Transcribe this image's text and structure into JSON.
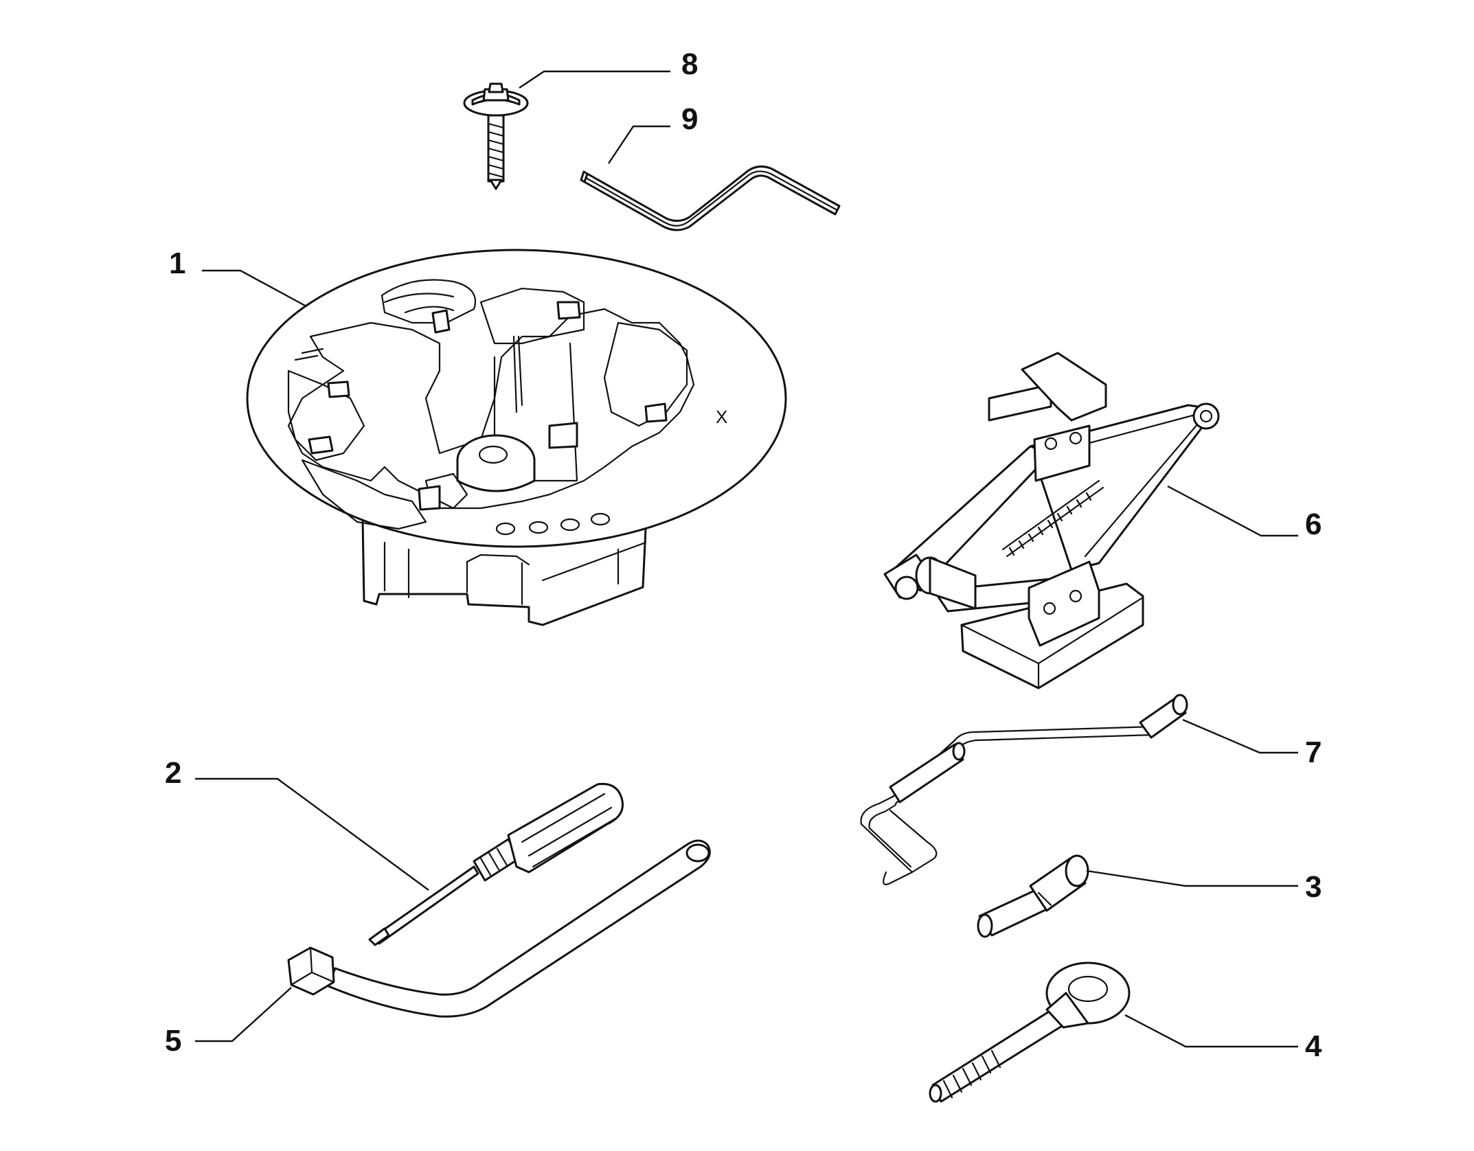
{
  "diagram": {
    "callouts": [
      {
        "id": "1",
        "label": "1",
        "part": "spare-wheel-tool-tray"
      },
      {
        "id": "2",
        "label": "2",
        "part": "screwdriver"
      },
      {
        "id": "3",
        "label": "3",
        "part": "wheel-bolt-adapter"
      },
      {
        "id": "4",
        "label": "4",
        "part": "towing-eye"
      },
      {
        "id": "5",
        "label": "5",
        "part": "wheel-wrench"
      },
      {
        "id": "6",
        "label": "6",
        "part": "scissor-jack"
      },
      {
        "id": "7",
        "label": "7",
        "part": "jack-crank-handle"
      },
      {
        "id": "8",
        "label": "8",
        "part": "fixing-screw"
      },
      {
        "id": "9",
        "label": "9",
        "part": "hex-key"
      }
    ],
    "marks": {
      "tray_mark": "X"
    }
  }
}
